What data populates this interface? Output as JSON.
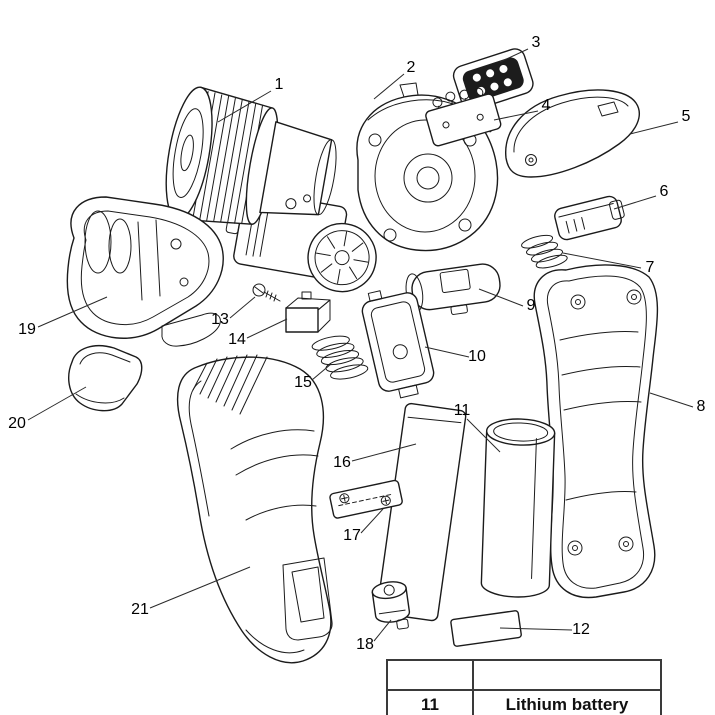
{
  "diagram": {
    "type": "exploded-parts-diagram",
    "colors": {
      "line": "#1b1b1b",
      "background": "#ffffff",
      "keypad_fill": "#1c1c1c"
    },
    "callouts": [
      {
        "label": "1"
      },
      {
        "label": "2"
      },
      {
        "label": "3"
      },
      {
        "label": "4"
      },
      {
        "label": "5"
      },
      {
        "label": "6"
      },
      {
        "label": "7"
      },
      {
        "label": "8"
      },
      {
        "label": "9"
      },
      {
        "label": "10"
      },
      {
        "label": "11"
      },
      {
        "label": "12"
      },
      {
        "label": "13"
      },
      {
        "label": "14"
      },
      {
        "label": "15"
      },
      {
        "label": "16"
      },
      {
        "label": "17"
      },
      {
        "label": "18"
      },
      {
        "label": "19"
      },
      {
        "label": "20"
      },
      {
        "label": "21"
      }
    ]
  },
  "parts_table": {
    "rows": [
      {
        "ref": "11",
        "name": "Lithium battery"
      }
    ]
  }
}
